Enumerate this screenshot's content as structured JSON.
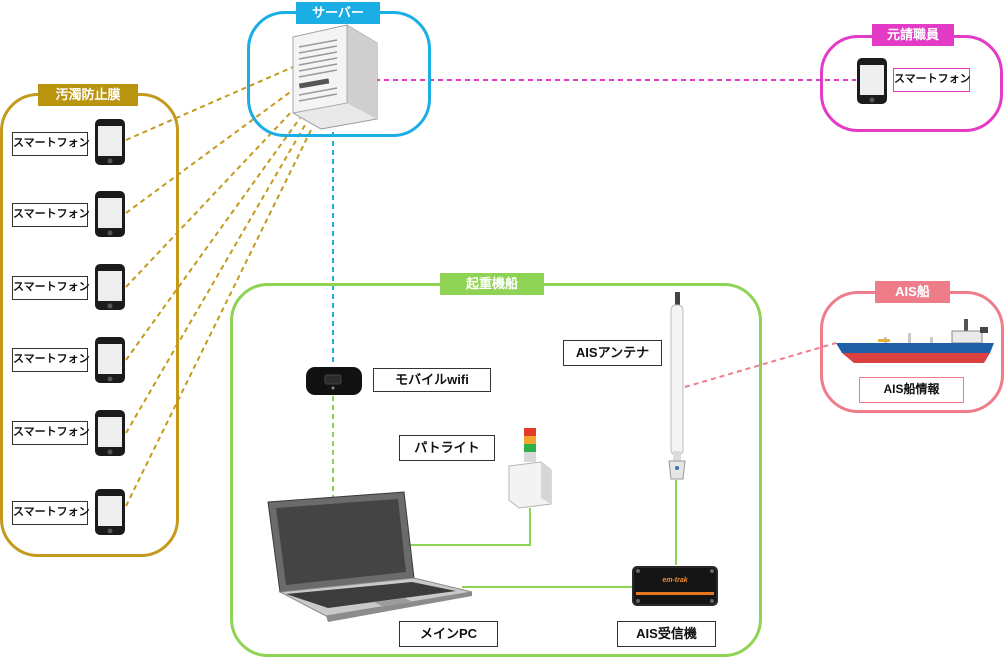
{
  "groups": {
    "server": {
      "title": "サーバー",
      "color": "#1aaee5"
    },
    "fence": {
      "title": "汚濁防止膜",
      "color": "#c39a1c",
      "title_bg": "#b8940f"
    },
    "staff": {
      "title": "元請職員",
      "color": "#e43bc7"
    },
    "crane_ship": {
      "title": "起重機船",
      "color": "#8fd354"
    },
    "ais_ship": {
      "title": "AIS船",
      "color": "#ee7d89"
    }
  },
  "smartphone_label": "スマートフォン",
  "fence_phones": [
    "スマートフォン",
    "スマートフォン",
    "スマートフォン",
    "スマートフォン",
    "スマートフォン",
    "スマートフォン"
  ],
  "staff_phone": "スマートフォン",
  "devices": {
    "mobile_wifi": "モバイルwifi",
    "patlite": "パトライト",
    "ais_antenna": "AISアンテナ",
    "main_pc": "メインPC",
    "ais_receiver": "AIS受信機",
    "ais_info": "AIS船情報",
    "receiver_brand": "em-trak"
  }
}
